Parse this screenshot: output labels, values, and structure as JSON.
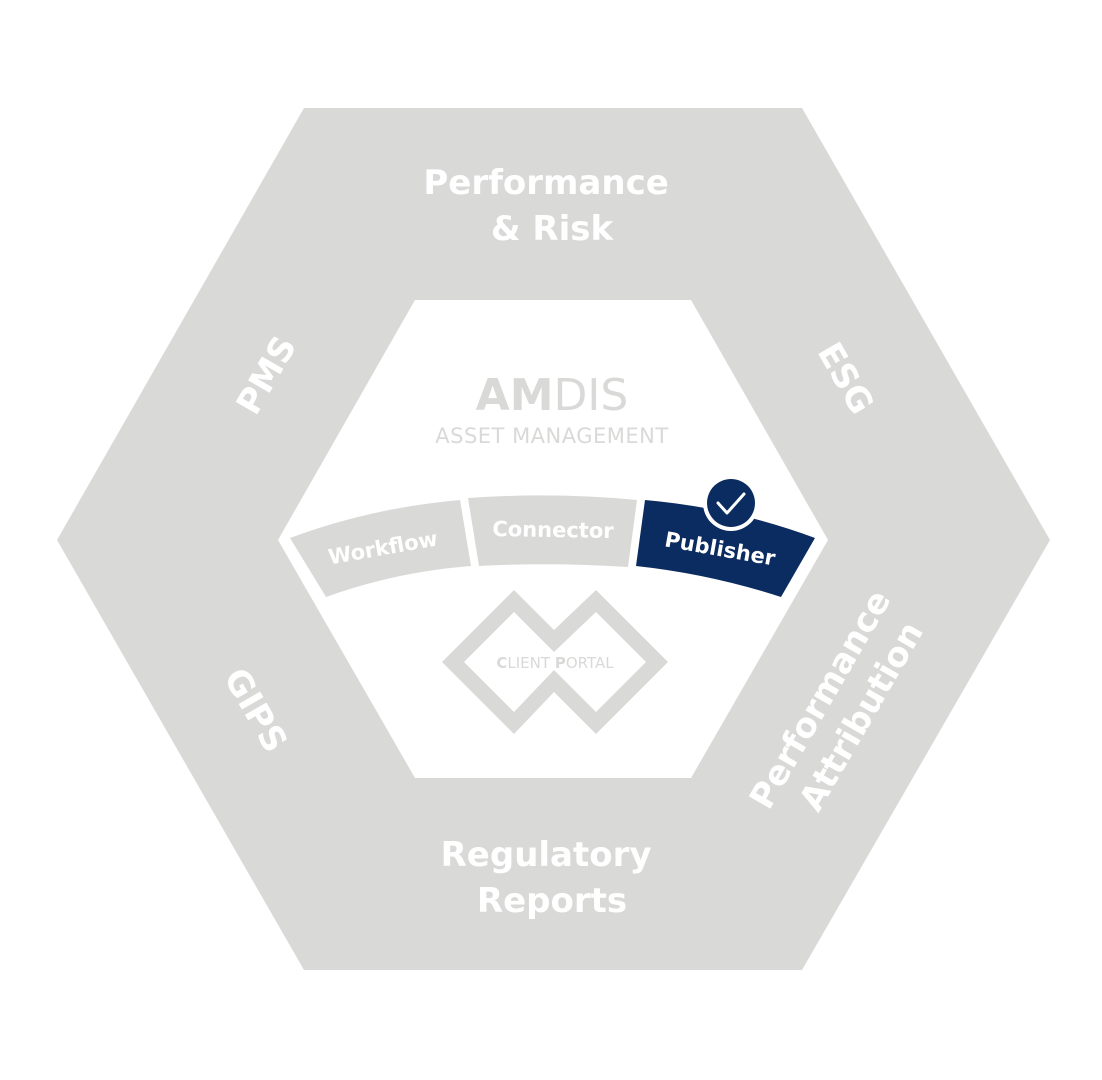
{
  "colors": {
    "grey": "#d9d9d8",
    "white": "#ffffff",
    "navy": "#0b2c61"
  },
  "segments": {
    "top": [
      "Performance",
      "& Risk"
    ],
    "upper_left": "PMS",
    "upper_right": "ESG",
    "lower_left": "GIPS",
    "lower_right": [
      "Performance",
      "Attribution"
    ],
    "bottom": [
      "Regulatory",
      "Reports"
    ]
  },
  "brand": {
    "name_bold": "AM",
    "name_light": "DIS",
    "subtitle": "ASSET MANAGEMENT"
  },
  "modules": [
    {
      "label": "Workflow",
      "selected": false
    },
    {
      "label": "Connector",
      "selected": false
    },
    {
      "label": "Publisher",
      "selected": true,
      "icon": "check-icon"
    }
  ],
  "portal": {
    "first_letter": "C",
    "first_rest": "LIENT ",
    "second_letter": "P",
    "second_rest": "ORTAL",
    "icon": "client-portal-logo-icon"
  }
}
